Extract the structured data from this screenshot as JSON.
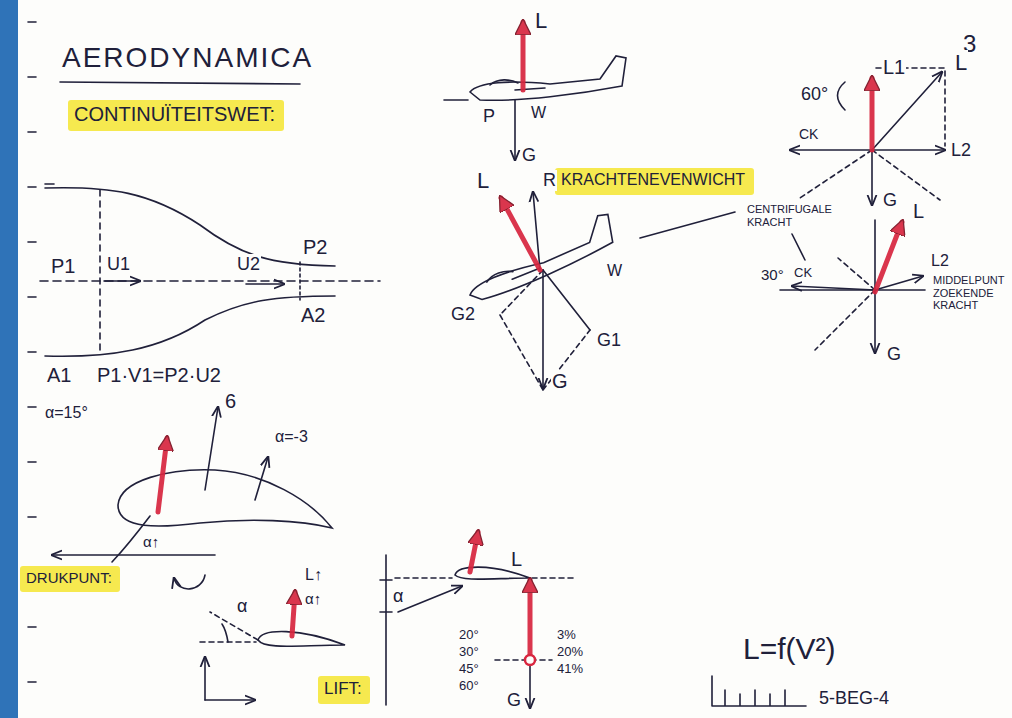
{
  "diagram": {
    "title": "AERODYNAMICA",
    "nodes": [
      {
        "text": [
          "CONTINUÏTEITSWET:"
        ]
      },
      {
        "text": [
          "KRACHTENEVENWICHT"
        ]
      },
      {
        "text": [
          "DRUKPUNT:"
        ]
      },
      {
        "text": [
          "LIFT:"
        ]
      }
    ],
    "labels": [
      "3",
      "P1",
      "U1",
      "U2",
      "P2",
      "A2",
      "A1",
      "P1·V1=P2·U2",
      "α=15°",
      "6",
      "α=-3",
      "α↑",
      "L↑",
      "α↑",
      "α",
      "α",
      "L",
      "P",
      "W",
      "G",
      "L",
      "R",
      "W",
      "G2",
      "G1",
      "G",
      "L1",
      "L",
      "60°",
      "CK",
      "L2",
      "G",
      "CENTRIFUGALE KRACHT",
      "L",
      "30°",
      "CK",
      "L2",
      "MIDDELPUNT ZOEKENDE KRACHT",
      "G",
      "L",
      "G",
      "L=f(V²)",
      "20°",
      "30°",
      "45°",
      "60°",
      "3%",
      "20%",
      "41%",
      "5-BEG-4"
    ]
  }
}
